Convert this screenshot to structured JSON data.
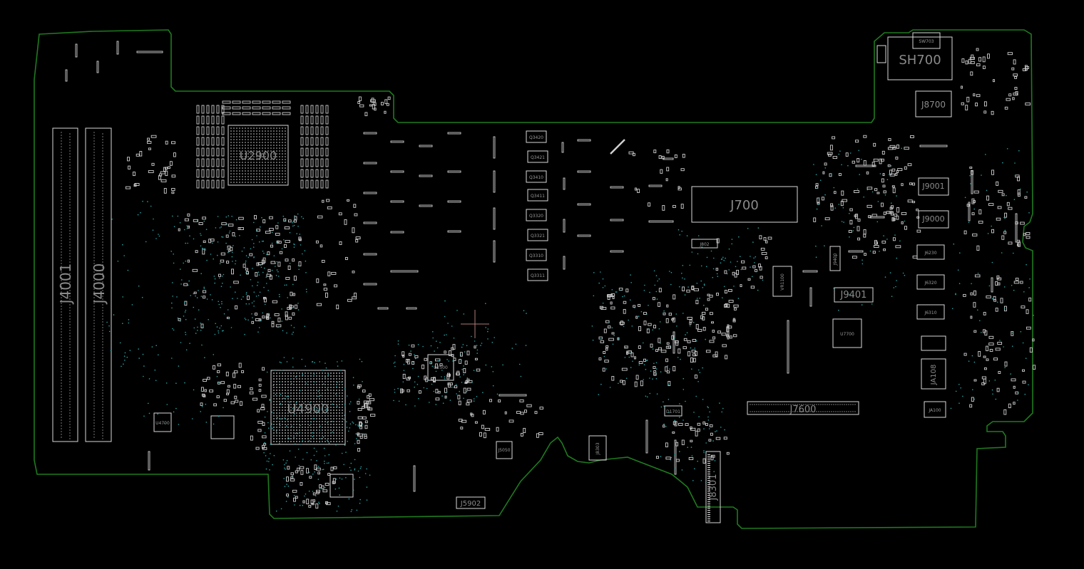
{
  "board": {
    "outline_color": "#1f7a1f",
    "part_color": "#d8d8d8",
    "via_color": "#2aa6a6",
    "cursor_color": "#b07a7a"
  },
  "components": {
    "J4001": "J4001",
    "J4000": "J4000",
    "U2900": "U2900",
    "U4900": "U4900",
    "SH700": "SH700",
    "SW703": "SW703",
    "J8700": "J8700",
    "J700": "J700",
    "J802": "J802",
    "VR1100": "VR1100",
    "J9400": "J9400",
    "J9401": "J9401",
    "J9001": "J9001",
    "J9000": "J9000",
    "J6230": "J6230",
    "J6320": "J6320",
    "J6310": "J6310",
    "JA108": "JA108",
    "JA100": "JA100",
    "U7700": "U7700",
    "J7600": "J7600",
    "J8303": "J8303",
    "J8301": "J8301",
    "J5902": "J5902",
    "U4700": "U4700",
    "J5050": "J5050",
    "U2500": "U2500",
    "D1701": "D1701",
    "Q3420": "Q3420",
    "Q3421": "Q3421",
    "Q3410": "Q3410",
    "Q3411": "Q3411",
    "Q3320": "Q3320",
    "Q3321": "Q3321",
    "Q3310": "Q3310",
    "Q3311": "Q3311"
  }
}
